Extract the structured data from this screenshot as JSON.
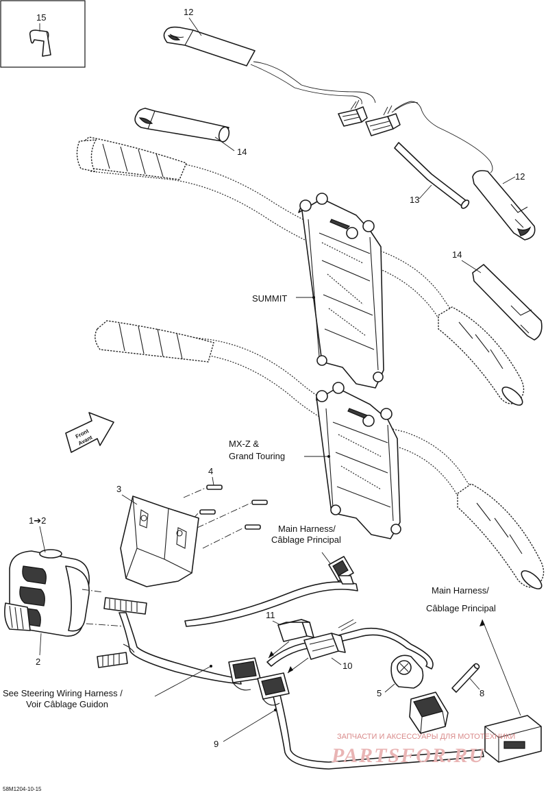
{
  "callouts": {
    "c15": "15",
    "c12a": "12",
    "c12b": "12",
    "c13": "13",
    "c14a": "14",
    "c14b": "14",
    "c4": "4",
    "c3": "3",
    "c1to2": "1➔2",
    "c2": "2",
    "c11": "11",
    "c10": "10",
    "c5": "5",
    "c8": "8",
    "c9": "9"
  },
  "labels": {
    "summit": "SUMMIT",
    "mxz_line1": "MX-Z &",
    "mxz_line2": "Grand Touring",
    "front_line1": "Front",
    "front_line2": "Avant",
    "main_harness_left_1": "Main Harness/",
    "main_harness_left_2": "Câblage Principal",
    "main_harness_right_1": "Main Harness/",
    "main_harness_right_2": "Câblage Principal",
    "steering_1": "See Steering Wiring Harness /",
    "steering_2": "Voir Câblage Guidon"
  },
  "footer": {
    "drawing_code": "58M1204-10-15"
  },
  "watermark": {
    "line1": "ЗАПЧАСТИ И АКСЕССУАРЫ ДЛЯ МОТОТЕХНИКИ",
    "line2": "PARTSFOR.RU"
  }
}
